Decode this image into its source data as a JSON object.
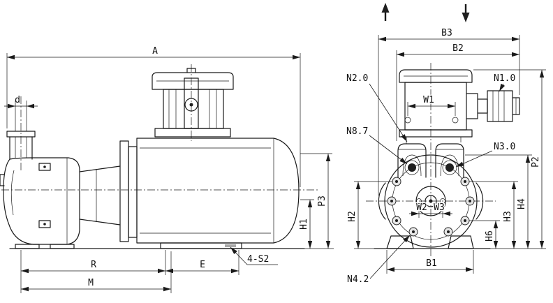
{
  "colors": {
    "ink": "#1a1a1a",
    "background": "#ffffff"
  },
  "left": {
    "a": "A",
    "d": "d",
    "p3": "P3",
    "h1": "H1",
    "r": "R",
    "e": "E",
    "m": "M",
    "s2": "4-S2"
  },
  "right": {
    "b3": "B3",
    "b2": "B2",
    "b1": "B1",
    "w1": "W1",
    "w2": "W2",
    "w3": "W3",
    "h2": "H2",
    "h3": "H3",
    "h4": "H4",
    "h6": "H6",
    "p2": "P2",
    "n1": "N1.0",
    "n2": "N2.0",
    "n3": "N3.0",
    "n4": "N4.2",
    "n8": "N8.7"
  }
}
